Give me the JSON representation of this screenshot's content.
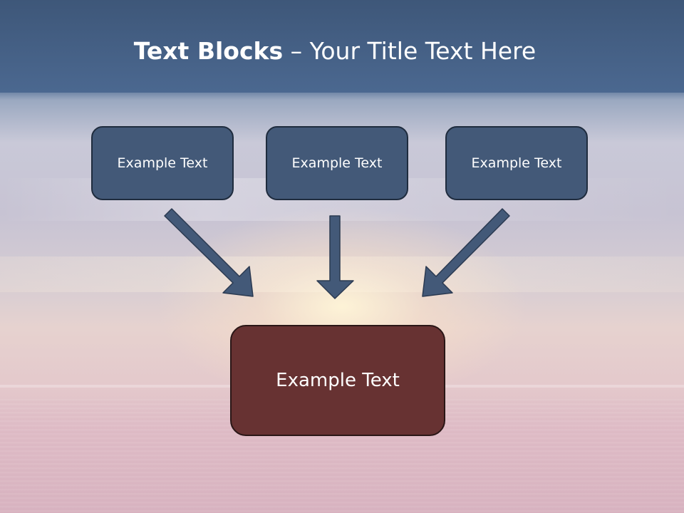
{
  "slide": {
    "title_bold": "Text Blocks",
    "title_rest": " – Your Title Text Here",
    "top_boxes": [
      {
        "label": "Example Text"
      },
      {
        "label": "Example Text"
      },
      {
        "label": "Example Text"
      }
    ],
    "bottom_box": {
      "label": "Example Text"
    }
  },
  "colors": {
    "title_bar": "#435f86",
    "top_box_fill": "#435978",
    "bottom_box_fill": "#673232",
    "arrow_fill": "#435978"
  }
}
